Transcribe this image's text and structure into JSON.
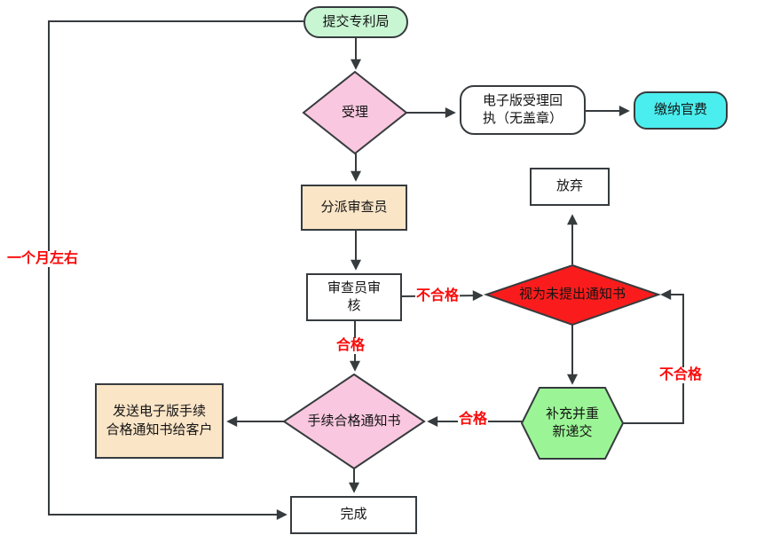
{
  "diagram": {
    "nodes": {
      "submit": "提交专利局",
      "accept": "受理",
      "receipt": "电子版受理回\n执（无盖章）",
      "pay_fee": "缴纳官费",
      "assign": "分派审查员",
      "abandon": "放弃",
      "review": "审查员审\n核",
      "deemed_not_filed": "视为未提出通知书",
      "resubmit": "补充并重\n新递交",
      "qualified_notice": "手续合格通知书",
      "send_notice": "发送电子版手续\n合格通知书给客户",
      "done": "完成"
    },
    "edge_labels": {
      "review_fail": "不合格",
      "review_pass": "合格",
      "resubmit_fail": "不合格",
      "resubmit_pass": "合格",
      "duration": "一个月左右"
    },
    "colors": {
      "mint_fill": "#c8f6d2",
      "pink_fill": "#f9c7df",
      "cyan_fill": "#4beeee",
      "tan_fill": "#fae5c7",
      "red_fill": "#fa1c1c",
      "green_fill": "#9bf596",
      "label_red": "#fa0a0a",
      "stroke": "#363b3e"
    }
  }
}
